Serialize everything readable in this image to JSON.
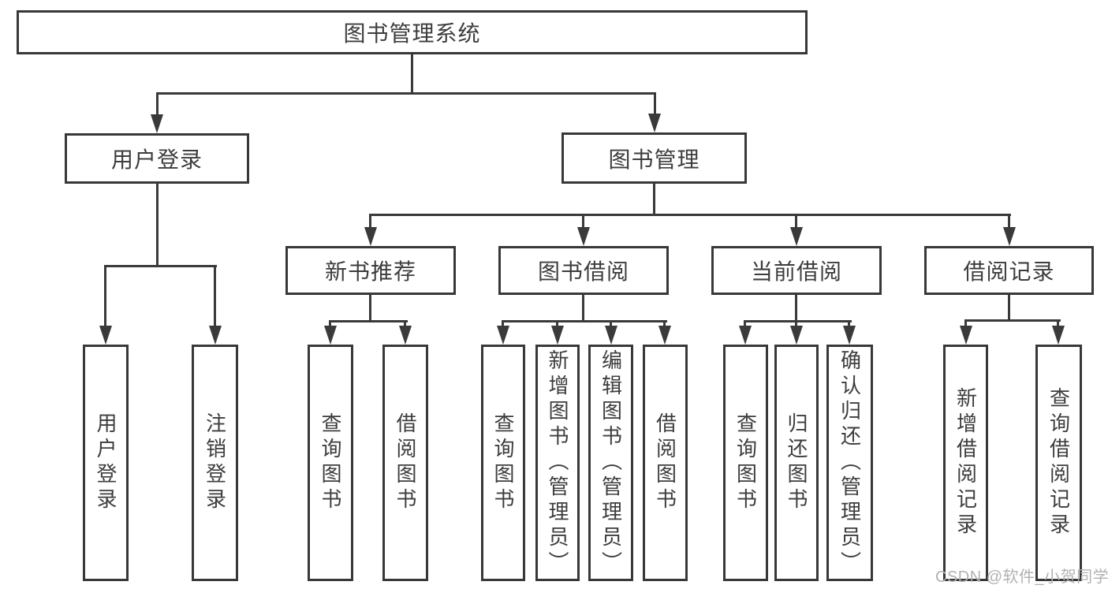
{
  "tree": {
    "label": "图书管理系统",
    "children": [
      {
        "label": "用户登录",
        "children": [
          {
            "label": "用户登录"
          },
          {
            "label": "注销登录"
          }
        ]
      },
      {
        "label": "图书管理",
        "children": [
          {
            "label": "新书推荐",
            "children": [
              {
                "label": "查询图书"
              },
              {
                "label": "借阅图书"
              }
            ]
          },
          {
            "label": "图书借阅",
            "children": [
              {
                "label": "查询图书"
              },
              {
                "label": "新增图书（管理员）"
              },
              {
                "label": "编辑图书（管理员）"
              },
              {
                "label": "借阅图书"
              }
            ]
          },
          {
            "label": "当前借阅",
            "children": [
              {
                "label": "查询图书"
              },
              {
                "label": "归还图书"
              },
              {
                "label": "确认归还（管理员）"
              }
            ]
          },
          {
            "label": "借阅记录",
            "children": [
              {
                "label": "新增借阅记录"
              },
              {
                "label": "查询借阅记录"
              }
            ]
          }
        ]
      }
    ]
  },
  "watermark": {
    "text": "CSDN @软件_小贺同学"
  },
  "colors": {
    "line": "#3a3a3a",
    "border": "#383838",
    "text": "#3d3d3d",
    "watermark": "#b2b2b2",
    "background": "#ffffff"
  }
}
